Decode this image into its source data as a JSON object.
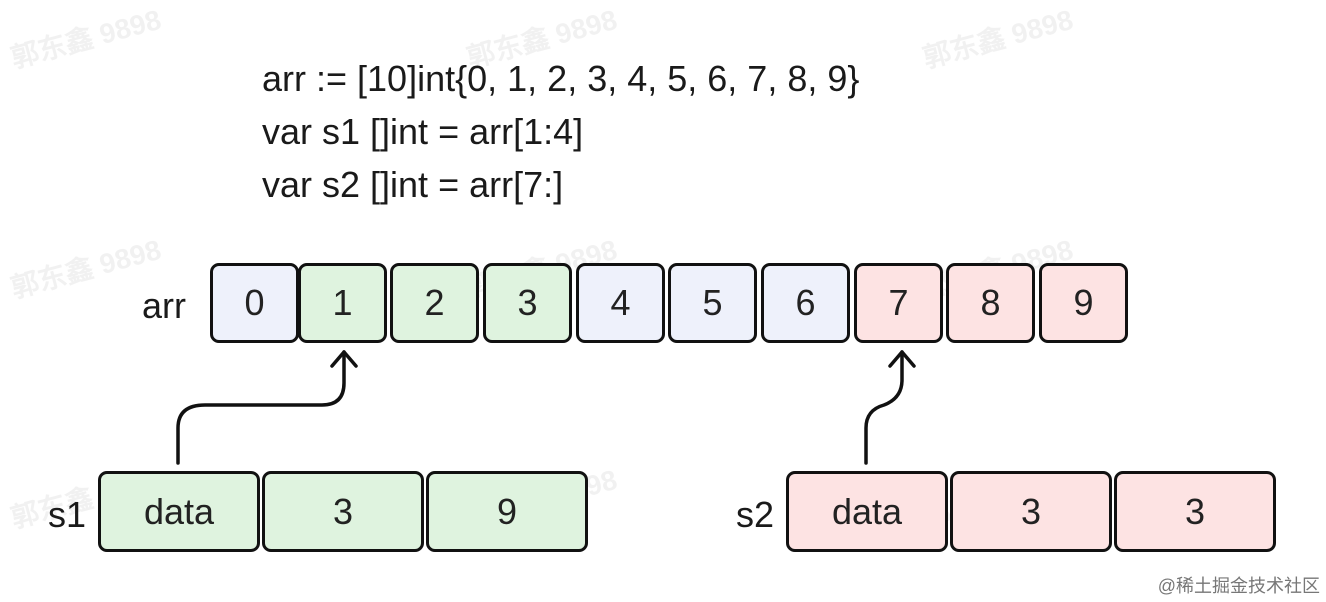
{
  "code_lines": [
    "arr := [10]int{0, 1, 2, 3, 4, 5, 6, 7, 8, 9}",
    "var s1 []int = arr[1:4]",
    "var s2 []int = arr[7:]"
  ],
  "arr": {
    "label": "arr",
    "cells": [
      "0",
      "1",
      "2",
      "3",
      "4",
      "5",
      "6",
      "7",
      "8",
      "9"
    ]
  },
  "s1": {
    "label": "s1",
    "fields": [
      "data",
      "3",
      "9"
    ]
  },
  "s2": {
    "label": "s2",
    "fields": [
      "data",
      "3",
      "3"
    ]
  },
  "watermark": "郭东鑫 9898",
  "credit": "@稀土掘金技术社区",
  "colors": {
    "unused": "#eef1fb",
    "s1": "#dff3df",
    "s2": "#fde3e3",
    "stroke": "#111111"
  }
}
